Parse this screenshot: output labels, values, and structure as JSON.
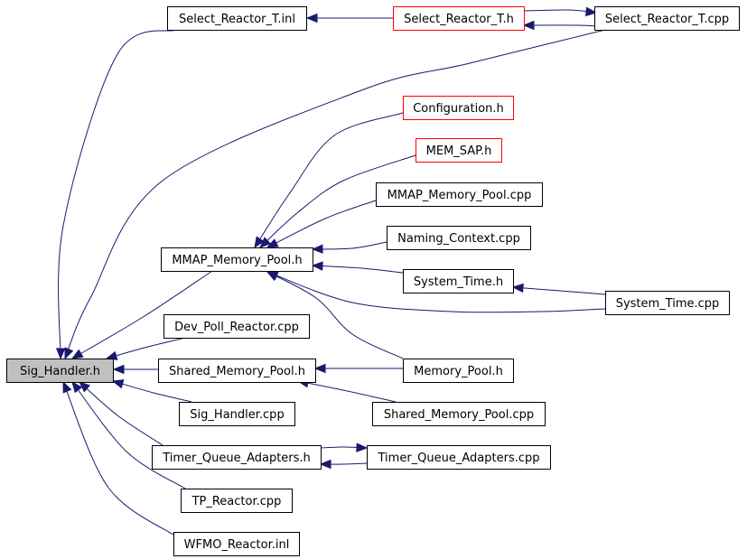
{
  "diagram": {
    "nodes": [
      {
        "id": "sig_handler_h",
        "label": "Sig_Handler.h",
        "style": "focus"
      },
      {
        "id": "select_reactor_t_inl",
        "label": "Select_Reactor_T.inl",
        "style": "normal"
      },
      {
        "id": "select_reactor_t_h",
        "label": "Select_Reactor_T.h",
        "style": "red"
      },
      {
        "id": "select_reactor_t_cpp",
        "label": "Select_Reactor_T.cpp",
        "style": "normal"
      },
      {
        "id": "configuration_h",
        "label": "Configuration.h",
        "style": "red"
      },
      {
        "id": "mem_sap_h",
        "label": "MEM_SAP.h",
        "style": "red"
      },
      {
        "id": "mmap_memory_pool_cpp",
        "label": "MMAP_Memory_Pool.cpp",
        "style": "normal"
      },
      {
        "id": "naming_context_cpp",
        "label": "Naming_Context.cpp",
        "style": "normal"
      },
      {
        "id": "mmap_memory_pool_h",
        "label": "MMAP_Memory_Pool.h",
        "style": "normal"
      },
      {
        "id": "system_time_h",
        "label": "System_Time.h",
        "style": "normal"
      },
      {
        "id": "system_time_cpp",
        "label": "System_Time.cpp",
        "style": "normal"
      },
      {
        "id": "dev_poll_reactor_cpp",
        "label": "Dev_Poll_Reactor.cpp",
        "style": "normal"
      },
      {
        "id": "shared_memory_pool_h",
        "label": "Shared_Memory_Pool.h",
        "style": "normal"
      },
      {
        "id": "memory_pool_h",
        "label": "Memory_Pool.h",
        "style": "normal"
      },
      {
        "id": "sig_handler_cpp",
        "label": "Sig_Handler.cpp",
        "style": "normal"
      },
      {
        "id": "shared_memory_pool_cpp",
        "label": "Shared_Memory_Pool.cpp",
        "style": "normal"
      },
      {
        "id": "timer_queue_adapters_h",
        "label": "Timer_Queue_Adapters.h",
        "style": "normal"
      },
      {
        "id": "timer_queue_adapters_cpp",
        "label": "Timer_Queue_Adapters.cpp",
        "style": "normal"
      },
      {
        "id": "tp_reactor_cpp",
        "label": "TP_Reactor.cpp",
        "style": "normal"
      },
      {
        "id": "wfmo_reactor_inl",
        "label": "WFMO_Reactor.inl",
        "style": "normal"
      }
    ],
    "edges": [
      {
        "from": "select_reactor_t_inl",
        "to": "sig_handler_h"
      },
      {
        "from": "select_reactor_t_cpp",
        "to": "sig_handler_h"
      },
      {
        "from": "mmap_memory_pool_h",
        "to": "sig_handler_h"
      },
      {
        "from": "dev_poll_reactor_cpp",
        "to": "sig_handler_h"
      },
      {
        "from": "shared_memory_pool_h",
        "to": "sig_handler_h"
      },
      {
        "from": "sig_handler_cpp",
        "to": "sig_handler_h"
      },
      {
        "from": "timer_queue_adapters_h",
        "to": "sig_handler_h"
      },
      {
        "from": "tp_reactor_cpp",
        "to": "sig_handler_h"
      },
      {
        "from": "wfmo_reactor_inl",
        "to": "sig_handler_h"
      },
      {
        "from": "select_reactor_t_h",
        "to": "select_reactor_t_inl"
      },
      {
        "from": "select_reactor_t_cpp",
        "to": "select_reactor_t_h"
      },
      {
        "from": "select_reactor_t_h",
        "to": "select_reactor_t_cpp"
      },
      {
        "from": "configuration_h",
        "to": "mmap_memory_pool_h"
      },
      {
        "from": "mem_sap_h",
        "to": "mmap_memory_pool_h"
      },
      {
        "from": "mmap_memory_pool_cpp",
        "to": "mmap_memory_pool_h"
      },
      {
        "from": "naming_context_cpp",
        "to": "mmap_memory_pool_h"
      },
      {
        "from": "system_time_h",
        "to": "mmap_memory_pool_h"
      },
      {
        "from": "system_time_cpp",
        "to": "mmap_memory_pool_h"
      },
      {
        "from": "memory_pool_h",
        "to": "mmap_memory_pool_h"
      },
      {
        "from": "system_time_cpp",
        "to": "system_time_h"
      },
      {
        "from": "memory_pool_h",
        "to": "shared_memory_pool_h"
      },
      {
        "from": "shared_memory_pool_cpp",
        "to": "shared_memory_pool_h"
      },
      {
        "from": "timer_queue_adapters_h",
        "to": "timer_queue_adapters_cpp"
      },
      {
        "from": "timer_queue_adapters_cpp",
        "to": "timer_queue_adapters_h"
      }
    ]
  }
}
